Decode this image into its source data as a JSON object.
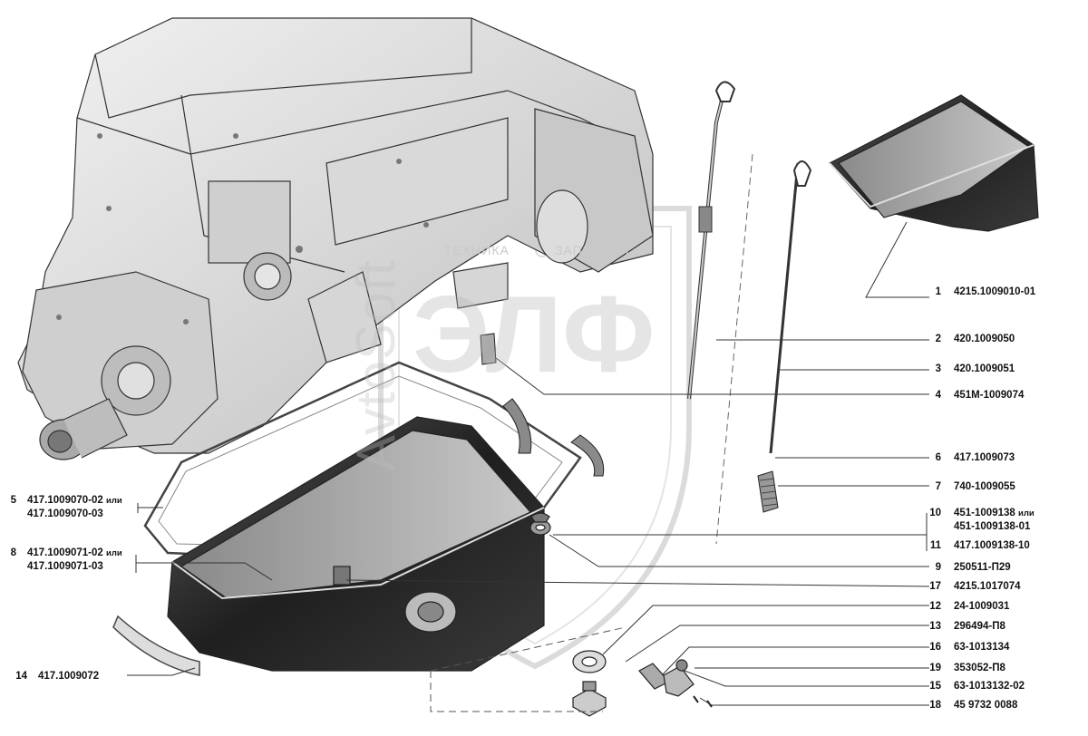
{
  "watermark": {
    "left": "ТЕХНИКА",
    "right": "ЗАПЧАСТИ",
    "big": "ЭЛФ",
    "vertical": "AvtoSoft"
  },
  "callouts": [
    {
      "id": "c1",
      "num": "1",
      "code": "4215.1009010-01"
    },
    {
      "id": "c2",
      "num": "2",
      "code": "420.1009050"
    },
    {
      "id": "c3",
      "num": "3",
      "code": "420.1009051"
    },
    {
      "id": "c4",
      "num": "4",
      "code": "451М-1009074"
    },
    {
      "id": "c6",
      "num": "6",
      "code": "417.1009073"
    },
    {
      "id": "c7",
      "num": "7",
      "code": "740-1009055"
    },
    {
      "id": "c10",
      "num": "10",
      "code": "451-1009138",
      "suffix": "или",
      "code2": "451-1009138-01"
    },
    {
      "id": "c11",
      "num": "11",
      "code": "417.1009138-10"
    },
    {
      "id": "c9",
      "num": "9",
      "code": "250511-П29"
    },
    {
      "id": "c17",
      "num": "17",
      "code": "4215.1017074"
    },
    {
      "id": "c12",
      "num": "12",
      "code": "24-1009031"
    },
    {
      "id": "c13",
      "num": "13",
      "code": "296494-П8"
    },
    {
      "id": "c16",
      "num": "16",
      "code": "63-1013134"
    },
    {
      "id": "c19",
      "num": "19",
      "code": "353052-П8"
    },
    {
      "id": "c15",
      "num": "15",
      "code": "63-1013132-02"
    },
    {
      "id": "c18",
      "num": "18",
      "code": "45 9732 0088"
    },
    {
      "id": "c5",
      "num": "5",
      "code": "417.1009070-02",
      "suffix": "или",
      "code2": "417.1009070-03"
    },
    {
      "id": "c8",
      "num": "8",
      "code": "417.1009071-02",
      "suffix": "или",
      "code2": "417.1009071-03"
    },
    {
      "id": "c14",
      "num": "14",
      "code": "417.1009072"
    }
  ]
}
